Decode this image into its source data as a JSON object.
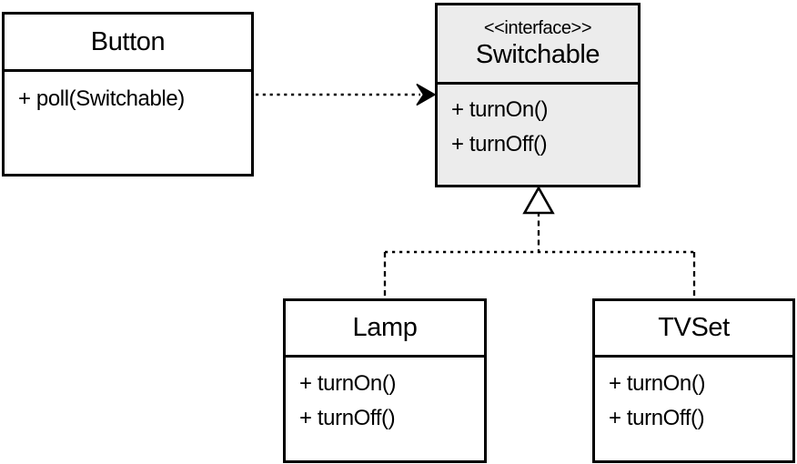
{
  "diagram_title": "uml-class-diagram",
  "classes": [
    {
      "id": "button",
      "name": "Button",
      "stereotype": null,
      "methods": [
        "+ poll(Switchable)"
      ]
    },
    {
      "id": "switchable",
      "name": "Switchable",
      "stereotype": "<<interface>>",
      "methods": [
        "+ turnOn()",
        "+ turnOff()"
      ]
    },
    {
      "id": "lamp",
      "name": "Lamp",
      "stereotype": null,
      "methods": [
        "+ turnOn()",
        "+ turnOff()"
      ]
    },
    {
      "id": "tvset",
      "name": "TVSet",
      "stereotype": null,
      "methods": [
        "+ turnOn()",
        "+ turnOff()"
      ]
    }
  ],
  "relationships": [
    {
      "type": "dependency",
      "from": "Button",
      "to": "Switchable",
      "line": "dotted",
      "arrowhead": "filled-stealth"
    },
    {
      "type": "realization",
      "from": "Lamp",
      "to": "Switchable",
      "line": "dashed",
      "arrowhead": "hollow-triangle"
    },
    {
      "type": "realization",
      "from": "TVSet",
      "to": "Switchable",
      "line": "dashed",
      "arrowhead": "hollow-triangle"
    }
  ],
  "colors": {
    "stroke": "#000000",
    "text": "#000000",
    "class_fill": "#ffffff",
    "interface_fill": "#ececec",
    "background": "#ffffff"
  }
}
